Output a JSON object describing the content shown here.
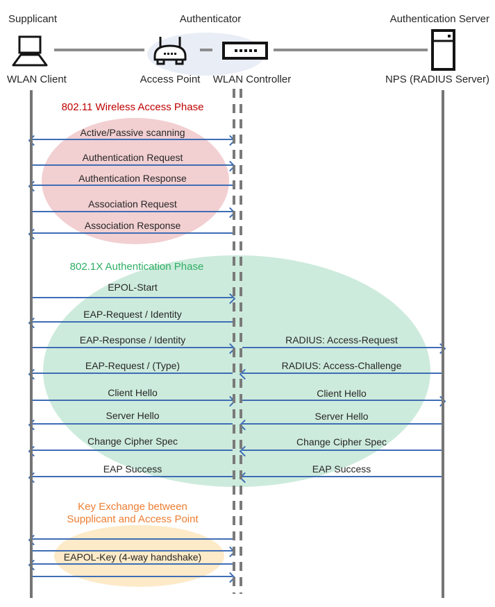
{
  "header": {
    "roles": {
      "supplicant": "Supplicant",
      "authenticator": "Authenticator",
      "auth_server": "Authentication Server"
    },
    "nodes": {
      "wlan_client": "WLAN Client",
      "access_point": "Access Point",
      "wlan_controller": "WLAN Controller",
      "nps": "NPS (RADIUS Server)"
    },
    "icons": [
      "laptop-icon",
      "access-point-icon",
      "wlan-controller-icon",
      "server-icon"
    ]
  },
  "phases": {
    "phase1": {
      "title": "802.11 Wireless Access Phase"
    },
    "phase2": {
      "title": "802.1X Authentication Phase"
    },
    "phase3": {
      "title_line1": "Key Exchange between",
      "title_line2": "Supplicant and Access Point"
    }
  },
  "messages": {
    "client_to_controller": [
      {
        "label": "Active/Passive scanning",
        "direction": "both"
      },
      {
        "label": "Authentication Request",
        "direction": "right"
      },
      {
        "label": "Authentication Response",
        "direction": "left"
      },
      {
        "label": "Association Request",
        "direction": "right"
      },
      {
        "label": "Association Response",
        "direction": "left"
      },
      {
        "label": "EPOL-Start",
        "direction": "right"
      },
      {
        "label": "EAP-Request / Identity",
        "direction": "left"
      },
      {
        "label": "EAP-Response / Identity",
        "direction": "right"
      },
      {
        "label": "EAP-Request / (Type)",
        "direction": "left"
      },
      {
        "label": "Client Hello",
        "direction": "right"
      },
      {
        "label": "Server Hello",
        "direction": "left"
      },
      {
        "label": "Change Cipher Spec",
        "direction": "left"
      },
      {
        "label": "EAP Success",
        "direction": "left"
      }
    ],
    "controller_to_server": [
      {
        "label": "RADIUS: Access-Request",
        "direction": "right"
      },
      {
        "label": "RADIUS: Access-Challenge",
        "direction": "left"
      },
      {
        "label": "Client Hello",
        "direction": "right"
      },
      {
        "label": "Server Hello",
        "direction": "left"
      },
      {
        "label": "Change Cipher Spec",
        "direction": "left"
      },
      {
        "label": "EAP Success",
        "direction": "left"
      }
    ],
    "key_exchange": {
      "label": "EAPOL-Key (4-way handshake)",
      "arrows": [
        "left",
        "right",
        "left",
        "right"
      ]
    }
  },
  "colors": {
    "arrow_color": "#3E6DB5",
    "lifeline_color": "#757575",
    "dash_color": "#7A7A7A",
    "connector_color": "#8C8C8C",
    "text_color": "#262626",
    "phase1_title": "#C00000",
    "phase2_title": "#2FAE64",
    "phase3_title": "#ED7D31",
    "phase1_ellipse": "#F2CFD1",
    "phase2_ellipse": "#CDEBDC",
    "phase3_ellipse": "#FDEAC8",
    "authenticator_ellipse": "#E9EDF6",
    "icon_stroke": "#141414"
  }
}
